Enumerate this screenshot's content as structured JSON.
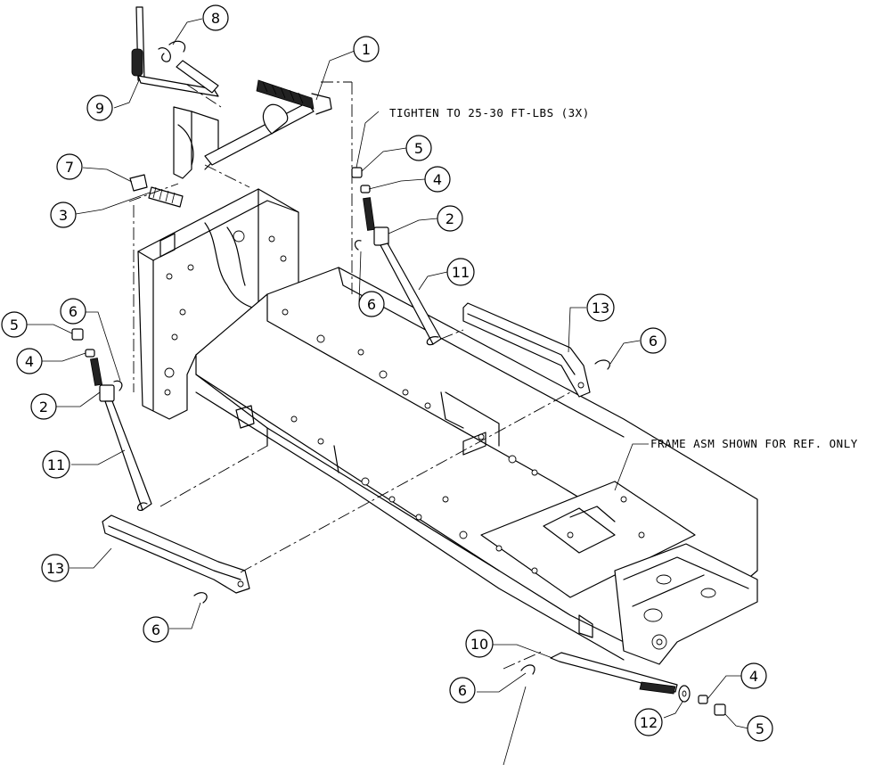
{
  "notes": {
    "tighten": "TIGHTEN TO 25-30 FT-LBS (3X)",
    "frame": "FRAME ASM SHOWN FOR REF. ONLY"
  },
  "callouts": [
    {
      "label": "1"
    },
    {
      "label": "2"
    },
    {
      "label": "2"
    },
    {
      "label": "3"
    },
    {
      "label": "4"
    },
    {
      "label": "4"
    },
    {
      "label": "4"
    },
    {
      "label": "5"
    },
    {
      "label": "5"
    },
    {
      "label": "5"
    },
    {
      "label": "6"
    },
    {
      "label": "6"
    },
    {
      "label": "6"
    },
    {
      "label": "6"
    },
    {
      "label": "6"
    },
    {
      "label": "7"
    },
    {
      "label": "8"
    },
    {
      "label": "9"
    },
    {
      "label": "10"
    },
    {
      "label": "11"
    },
    {
      "label": "11"
    },
    {
      "label": "12"
    },
    {
      "label": "13"
    },
    {
      "label": "13"
    }
  ]
}
